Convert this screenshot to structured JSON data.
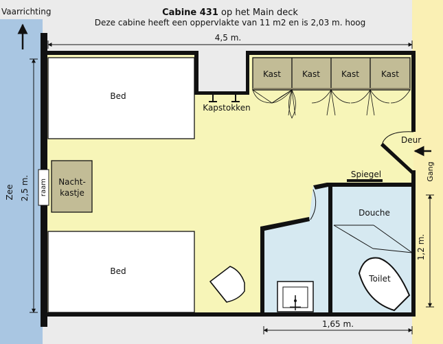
{
  "header": {
    "cabin_label": "Cabine 431",
    "deck_suffix": " op het Main deck",
    "subtitle": "Deze cabine heeft een oppervlakte van 11 m2 en is 2,03 m. hoog"
  },
  "labels": {
    "direction": "Vaarrichting",
    "sea": "Zee",
    "corridor": "Gang",
    "door": "Deur",
    "window": "raam",
    "coat_hooks": "Kapstokken",
    "mirror": "Spiegel",
    "shower": "Douche",
    "toilet": "Toilet",
    "bed_top": "Bed",
    "bed_bottom": "Bed",
    "nightstand_line1": "Nacht-",
    "nightstand_line2": "kastje",
    "closets": [
      "Kast",
      "Kast",
      "Kast",
      "Kast"
    ]
  },
  "dimensions": {
    "width": "4,5 m.",
    "length": "2,5 m.",
    "bathroom_depth": "1,2 m.",
    "bathroom_width": "1,65 m."
  },
  "colors": {
    "sea": "#a9c6e2",
    "corridor": "#faf0b4",
    "cabin_floor": "#f7f5b8",
    "bathroom_floor": "#d6e9f1",
    "furniture": "#c2bc96",
    "wall": "#111111",
    "background": "#ebebeb"
  }
}
